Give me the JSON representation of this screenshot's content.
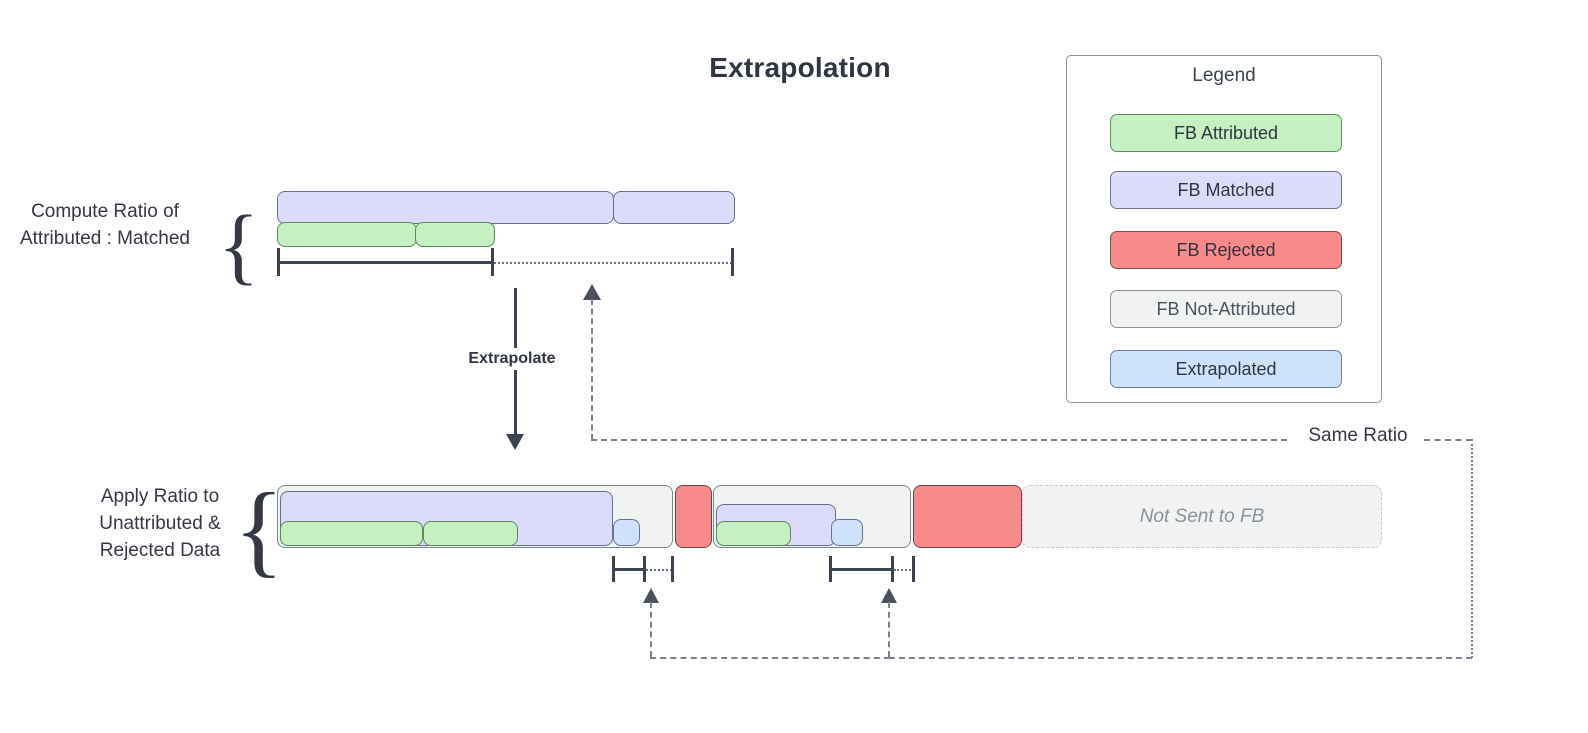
{
  "title": "Extrapolation",
  "legend": {
    "title": "Legend",
    "items": [
      {
        "label": "FB Attributed",
        "color": "#c4f0c2",
        "key": "green"
      },
      {
        "label": "FB Matched",
        "color": "#dcdcfa",
        "key": "purple"
      },
      {
        "label": "FB Rejected",
        "color": "#f98a8a",
        "key": "red"
      },
      {
        "label": "FB Not-Attributed",
        "color": "#f1f2f2",
        "key": "gray"
      },
      {
        "label": "Extrapolated",
        "color": "#cfe2fb",
        "key": "blue"
      }
    ]
  },
  "rows": {
    "top": {
      "label_line1": "Compute Ratio of",
      "label_line2": "Attributed : Matched",
      "brace": "{"
    },
    "bottom": {
      "label_line1": "Apply Ratio to",
      "label_line2": "Unattributed &",
      "label_line3": "Rejected Data",
      "brace": "{",
      "not_sent_label": "Not Sent to FB"
    }
  },
  "annotations": {
    "extrapolate": "Extrapolate",
    "same_ratio": "Same Ratio"
  },
  "colors": {
    "attributed": "#c4f0c2",
    "matched": "#dcdcfa",
    "rejected": "#f98a8a",
    "not_attributed": "#f1f2f2",
    "extrapolated": "#cfe2fb",
    "stroke": "#5d6470",
    "text": "#333844",
    "title": "#2f3542"
  }
}
